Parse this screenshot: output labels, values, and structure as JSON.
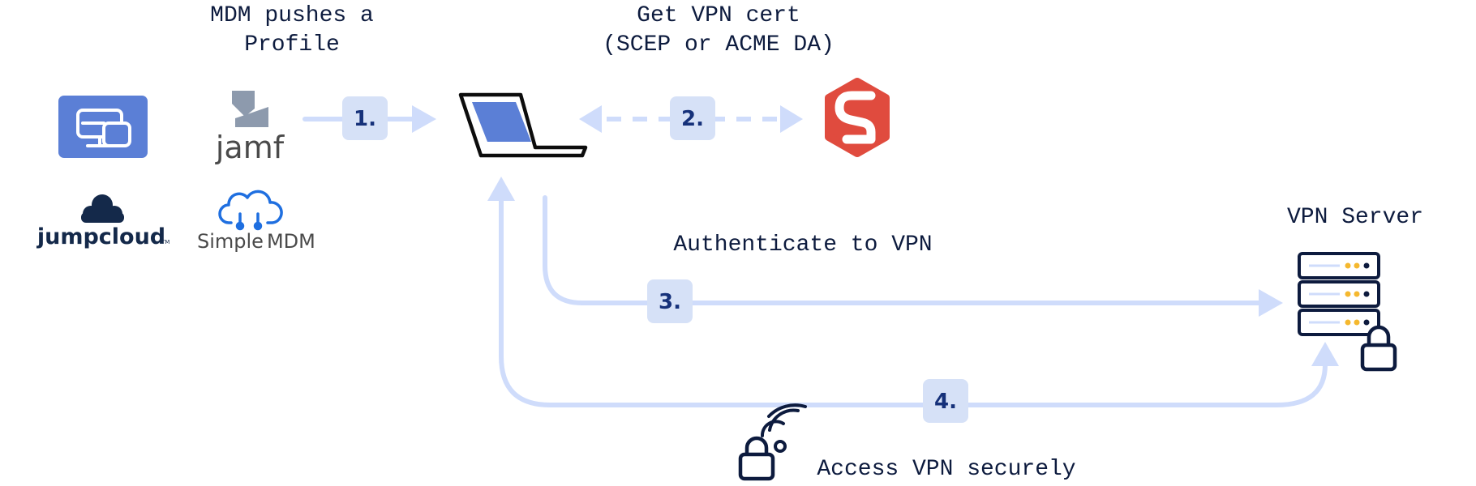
{
  "labels": {
    "mdm": [
      "MDM pushes a",
      "Profile"
    ],
    "cert": [
      "Get VPN cert",
      "(SCEP or ACME DA)"
    ],
    "auth": "Authenticate to VPN",
    "server": "VPN Server",
    "access": "Access VPN securely"
  },
  "steps": [
    "1.",
    "2.",
    "3.",
    "4."
  ],
  "logos": {
    "jamf": "jamf",
    "jumpcloud": "jumpcloud",
    "jumpcloud_tm": "TM",
    "simplemdm_a": "Simple",
    "simplemdm_b": "MDM"
  },
  "icons": {
    "mdm_tile": "mdm-device-icon",
    "device": "laptop-icon",
    "ca": "smallstep-logo-icon",
    "server": "server-lock-icon",
    "access": "wifi-lock-icon"
  },
  "colors": {
    "flow": "#cfdcfb",
    "badge_bg": "#d6e1f7",
    "badge_text": "#16317a",
    "mdm_tile": "#5b7fd6",
    "laptop_screen": "#5b7fd6",
    "smallstep_red": "#e04b3e",
    "server_dot": "#f5b82e",
    "navy": "#0d1b3e"
  }
}
